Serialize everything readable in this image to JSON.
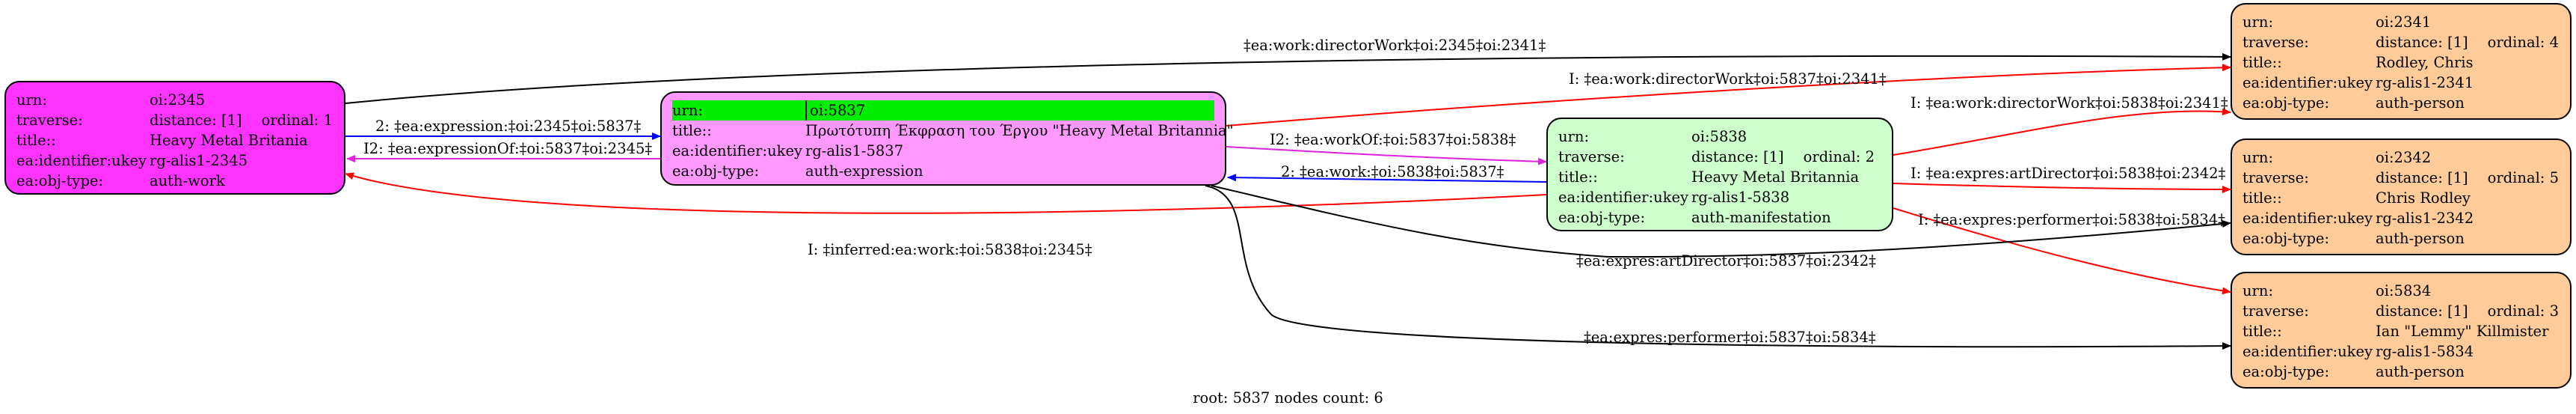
{
  "footer": "root: 5837 nodes count: 6",
  "colors": {
    "work": "#ff33ff",
    "expression": "#ff99ff",
    "manifestation": "#ccffcc",
    "person": "#ffcc99",
    "highlight": "#00ee00",
    "black": "#000000",
    "red": "#ff0000",
    "blue": "#0000ff",
    "magenta": "#dd22dd"
  },
  "keys": {
    "urn": "urn:",
    "traverse": "traverse:",
    "title": "title::",
    "ukey": "ea:identifier:ukey",
    "objtype": "ea:obj-type:"
  },
  "nodes": {
    "n2345": {
      "urn": "oi:2345",
      "distance": "distance: [1]",
      "ordinal": "ordinal: 1",
      "title": "Heavy Metal Britania",
      "ukey": "rg-alis1-2345",
      "objtype": "auth-work"
    },
    "n5837": {
      "urn": "oi:5837",
      "title": "Πρωτότυπη Έκφραση του Έργου \"Heavy Metal Britannia\"",
      "ukey": "rg-alis1-5837",
      "objtype": "auth-expression"
    },
    "n5838": {
      "urn": "oi:5838",
      "distance": "distance: [1]",
      "ordinal": "ordinal: 2",
      "title": "Heavy Metal Britannia",
      "ukey": "rg-alis1-5838",
      "objtype": "auth-manifestation"
    },
    "n2341": {
      "urn": "oi:2341",
      "distance": "distance: [1]",
      "ordinal": "ordinal: 4",
      "title": "Rodley, Chris",
      "ukey": "rg-alis1-2341",
      "objtype": "auth-person"
    },
    "n2342": {
      "urn": "oi:2342",
      "distance": "distance: [1]",
      "ordinal": "ordinal: 5",
      "title": "Chris Rodley",
      "ukey": "rg-alis1-2342",
      "objtype": "auth-person"
    },
    "n5834": {
      "urn": "oi:5834",
      "distance": "distance: [1]",
      "ordinal": "ordinal: 3",
      "title": "Ian \"Lemmy\" Killmister",
      "ukey": "rg-alis1-5834",
      "objtype": "auth-person"
    }
  },
  "edges": [
    {
      "label": "‡ea:work:directorWork‡oi:2345‡oi:2341‡",
      "color": "black"
    },
    {
      "label": "I: ‡ea:work:directorWork‡oi:5837‡oi:2341‡",
      "color": "red"
    },
    {
      "label": "I: ‡ea:work:directorWork‡oi:5838‡oi:2341‡",
      "color": "red"
    },
    {
      "label": "2: ‡ea:expression:‡oi:2345‡oi:5837‡",
      "color": "blue"
    },
    {
      "label": "I2: ‡ea:expressionOf:‡oi:5837‡oi:2345‡",
      "color": "magenta"
    },
    {
      "label": "I2: ‡ea:workOf:‡oi:5837‡oi:5838‡",
      "color": "magenta"
    },
    {
      "label": "2: ‡ea:work:‡oi:5838‡oi:5837‡",
      "color": "blue"
    },
    {
      "label": "I: ‡inferred:ea:work:‡oi:5838‡oi:2345‡",
      "color": "red"
    },
    {
      "label": "I: ‡ea:expres:artDirector‡oi:5838‡oi:2342‡",
      "color": "red"
    },
    {
      "label": "I: ‡ea:expres:performer‡oi:5838‡oi:5834‡",
      "color": "red"
    },
    {
      "label": "‡ea:expres:artDirector‡oi:5837‡oi:2342‡",
      "color": "black"
    },
    {
      "label": "‡ea:expres:performer‡oi:5837‡oi:5834‡",
      "color": "black"
    }
  ]
}
